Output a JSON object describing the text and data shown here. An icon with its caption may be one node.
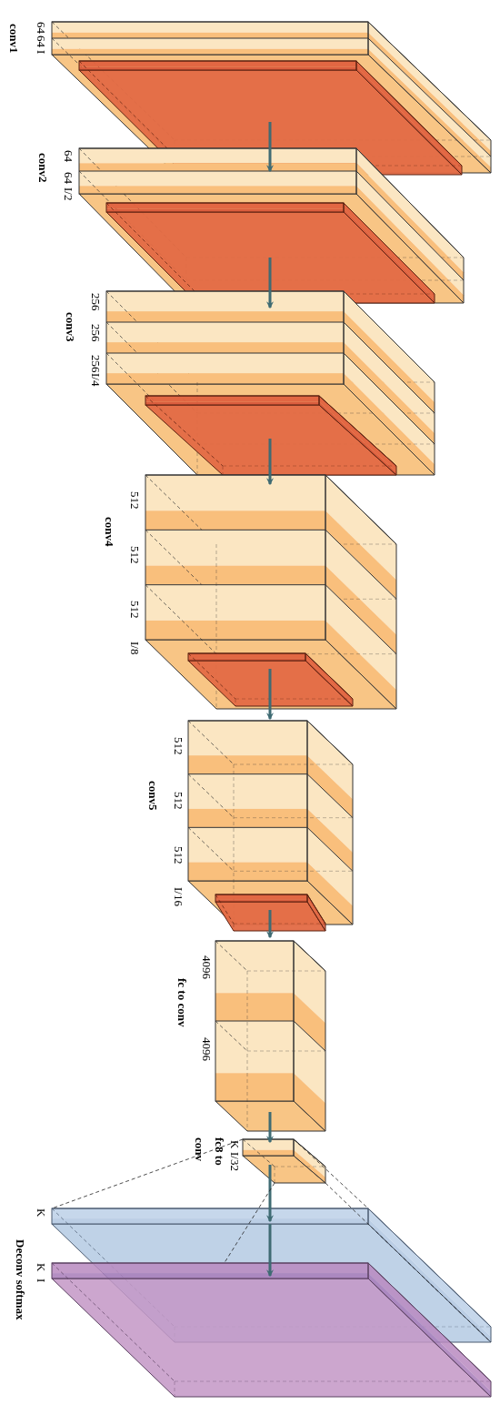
{
  "diagram": {
    "nodes": [
      {
        "text": [
          "conv1"
        ],
        "beside": [
          "64",
          "64",
          "I"
        ]
      },
      {
        "text": [
          "conv2"
        ]
      },
      {
        "text": [
          "conv3"
        ]
      },
      {
        "text": [
          "conv4"
        ],
        "beside": [
          "512",
          "512",
          "512",
          "I/8"
        ]
      },
      {
        "text": [
          "conv5"
        ],
        "beside": [
          "512",
          "512",
          "512",
          "I/16"
        ]
      },
      {
        "text": [
          "fc to conv"
        ],
        "beside": [
          "4096",
          "4096"
        ]
      },
      {
        "text": [
          "fc8 to conv"
        ],
        "beside": [
          "K",
          "I/32"
        ]
      },
      {
        "text": [],
        "shape": "box",
        "beside": [
          "K"
        ]
      },
      {
        "text": [],
        "shape": "box",
        "beside": [
          "K",
          "I"
        ]
      }
    ],
    "edges": [
      {
        "from": 0,
        "to": 1,
        "arrow": "to"
      },
      {
        "from": 1,
        "to": 2,
        "arrow": "to"
      },
      {
        "from": 2,
        "to": 3,
        "arrow": "to"
      },
      {
        "from": 3,
        "to": 4,
        "arrow": "to"
      },
      {
        "from": 4,
        "to": 5,
        "arrow": "to"
      },
      {
        "from": 5,
        "to": 6,
        "arrow": "to"
      },
      {
        "from": 6,
        "to": 7,
        "arrow": "to"
      },
      {
        "from": 7,
        "to": 8,
        "arrow": "to"
      },
      {
        "from": 6,
        "to": 7,
        "arrow": "none",
        "style": "dashed"
      },
      {
        "from": 6,
        "to": 7,
        "arrow": "none",
        "style": "dashed"
      },
      {
        "from": 6,
        "to": 7,
        "arrow": "none",
        "style": "dashed"
      },
      {
        "from": 6,
        "to": 7,
        "arrow": "none",
        "style": "dashed"
      }
    ],
    "labels": [
      "64",
      "64",
      "I/2",
      "256",
      "256",
      "256",
      "I/4",
      "Deconv softmax"
    ]
  }
}
